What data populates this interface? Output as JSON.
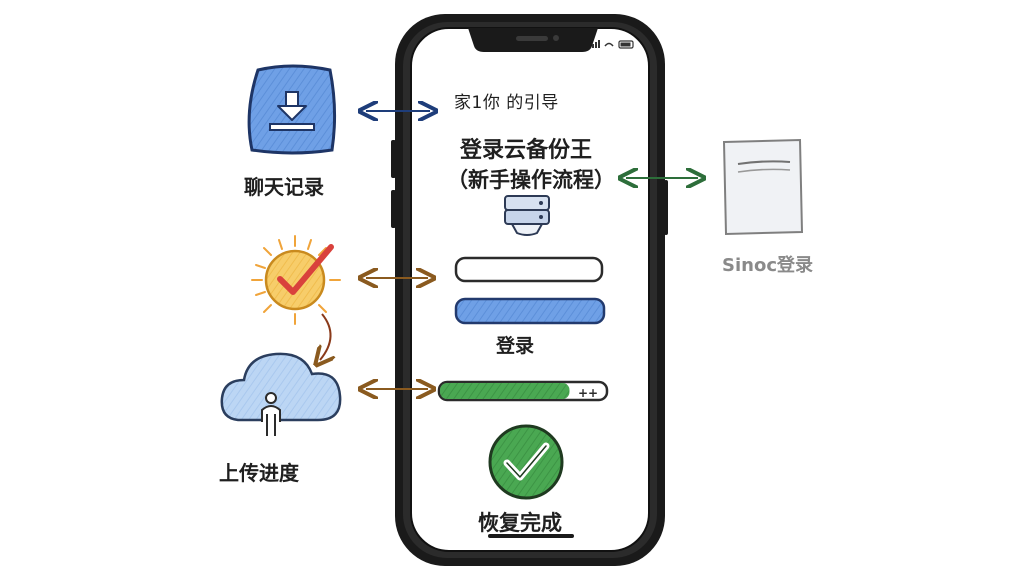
{
  "phone": {
    "guide_text": "家1你 的引导",
    "title": "登录云备份王",
    "subtitle": "（新手操作流程）",
    "login_label": "登录",
    "complete_label": "恢复完成"
  },
  "side_items": {
    "chat_records": "聊天记录",
    "upload_progress": "上传进度",
    "sinoc_login": "Sinoc登录"
  },
  "upload_progress_level": 0.78,
  "colors": {
    "blue": "#4a7fd6",
    "green": "#4aa852",
    "orange": "#f4c257",
    "red": "#d9413c",
    "connector_blue": "#1e3d7a",
    "connector_brown": "#8a5a1f",
    "connector_green": "#2d6e3a"
  },
  "icons": {
    "chat_records": "download-icon",
    "check": "check-sun-icon",
    "upload": "cloud-upload-icon",
    "sinoc": "document-icon",
    "server": "server-icon",
    "complete": "check-circle-icon"
  }
}
